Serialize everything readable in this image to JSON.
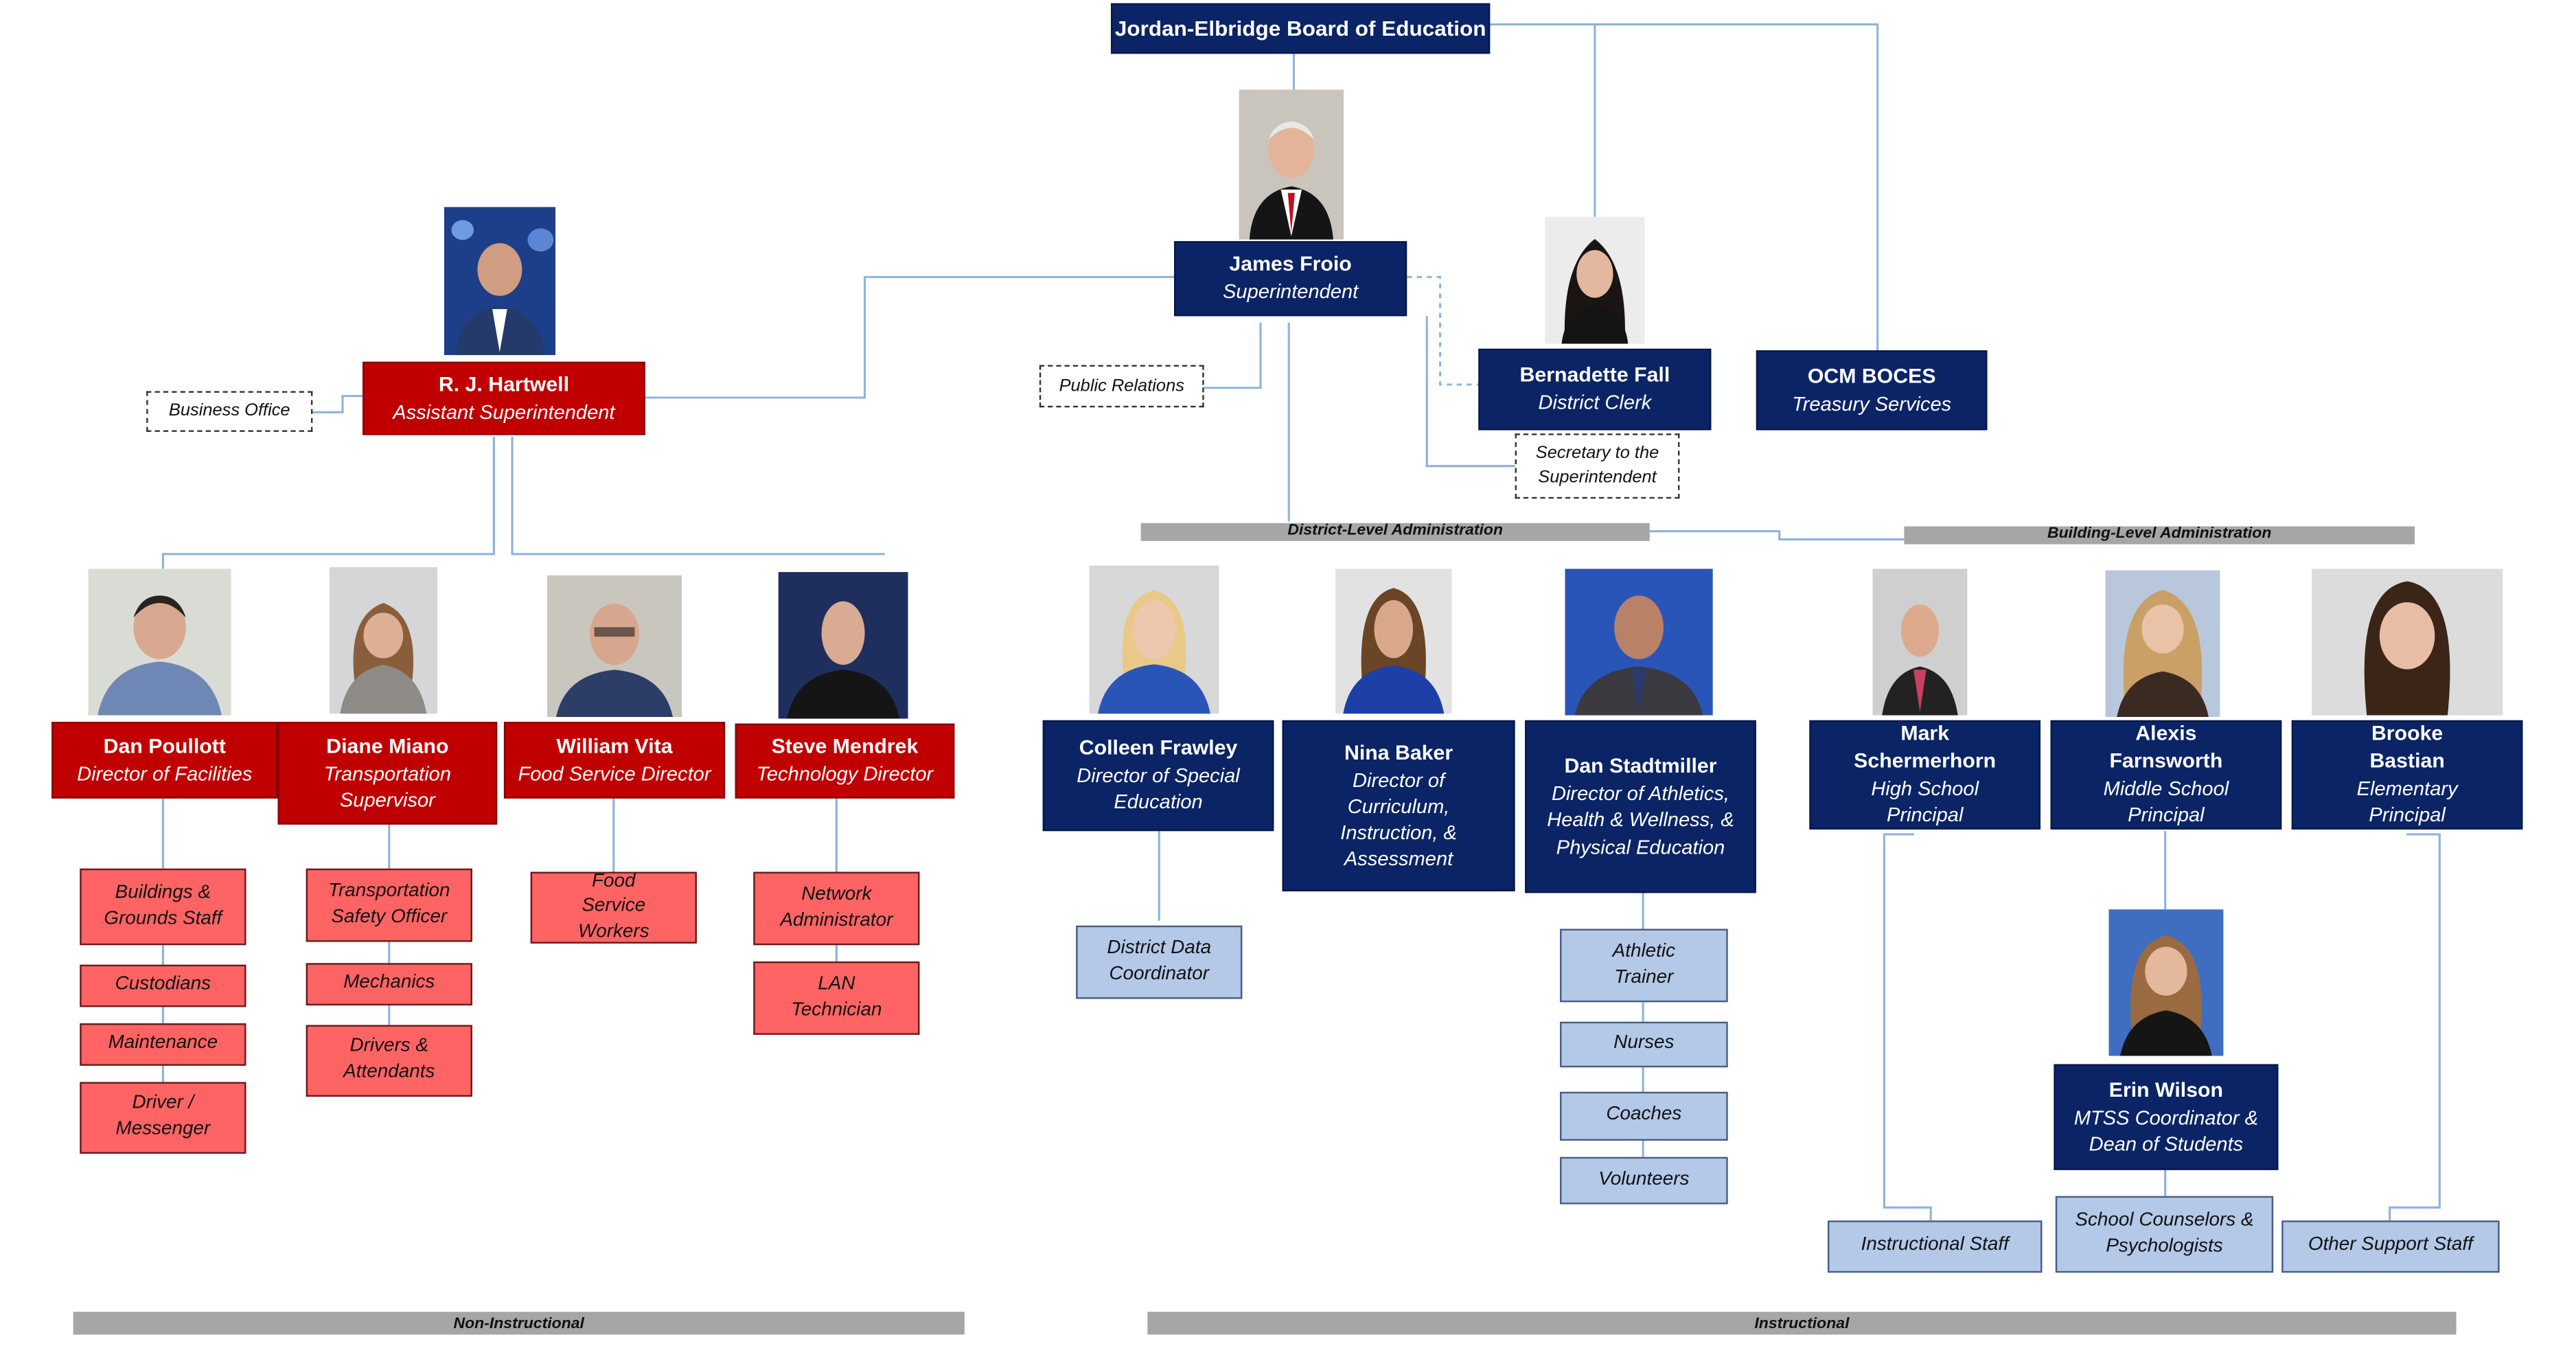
{
  "board": "Jordan-Elbridge Board of Education",
  "superintendent": {
    "name": "James Froio",
    "role": "Superintendent"
  },
  "assistant": {
    "name": "R. J. Hartwell",
    "role": "Assistant Superintendent"
  },
  "clerk": {
    "name": "Bernadette Fall",
    "role": "District Clerk"
  },
  "boces": {
    "name": "OCM BOCES",
    "role": "Treasury Services"
  },
  "dashed": {
    "business_office": "Business Office",
    "public_relations": "Public Relations",
    "secretary": "Secretary to the Superintendent"
  },
  "bars": {
    "district": "District-Level Administration",
    "building": "Building-Level Administration",
    "non_instructional": "Non-Instructional",
    "instructional": "Instructional"
  },
  "non_instr": [
    {
      "name": "Dan Poullott",
      "role": "Director of Facilities",
      "staff": [
        "Buildings & Grounds Staff",
        "Custodians",
        "Maintenance",
        "Driver / Messenger"
      ]
    },
    {
      "name": "Diane Miano",
      "role": "Transportation Supervisor",
      "staff": [
        "Transportation Safety Officer",
        "Mechanics",
        "Drivers & Attendants"
      ]
    },
    {
      "name": "William Vita",
      "role": "Food Service Director",
      "staff": [
        "Food Service Workers"
      ]
    },
    {
      "name": "Steve Mendrek",
      "role": "Technology Director",
      "staff": [
        "Network Administrator",
        "LAN Technician"
      ]
    }
  ],
  "district_admin": [
    {
      "name": "Colleen Frawley",
      "role": "Director of Special Education",
      "staff": [
        "District Data Coordinator"
      ]
    },
    {
      "name": "Nina Baker",
      "role": "Director of Curriculum, Instruction, & Assessment",
      "staff": []
    },
    {
      "name": "Dan Stadtmiller",
      "role": "Director of Athletics, Health & Wellness, & Physical Education",
      "staff": [
        "Athletic Trainer",
        "Nurses",
        "Coaches",
        "Volunteers"
      ]
    }
  ],
  "building_admin": [
    {
      "name": "Mark Schermerhorn",
      "role": "High School Principal"
    },
    {
      "name": "Alexis Farnsworth",
      "role": "Middle School Principal"
    },
    {
      "name": "Brooke Bastian",
      "role": "Elementary Principal"
    }
  ],
  "erin": {
    "name": "Erin Wilson",
    "role": "MTSS Coordinator & Dean of Students"
  },
  "building_staff": [
    "Instructional Staff",
    "School Counselors & Psychologists",
    "Other Support Staff"
  ],
  "colors": {
    "navy": "#0b2466",
    "red": "#c00000",
    "light_red": "#ff6464",
    "light_blue": "#b4c8e8",
    "bar_gray": "#a6a6a6",
    "line_blue": "#8fb3dc"
  }
}
